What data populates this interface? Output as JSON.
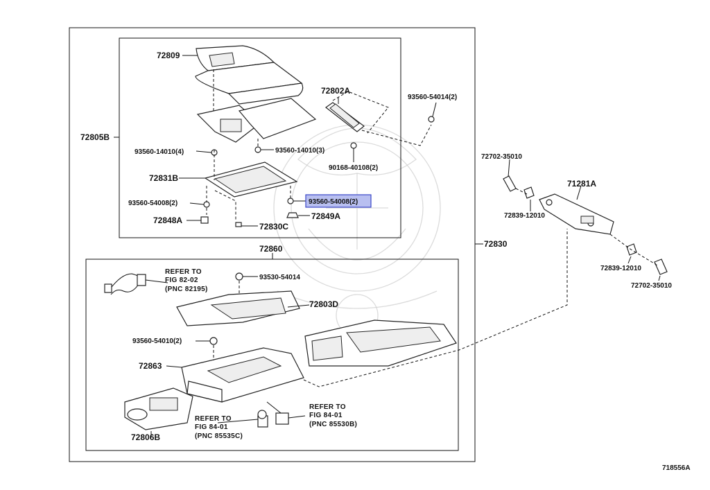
{
  "labels": {
    "l72809": "72809",
    "l72802A": "72802A",
    "l93560_54014_2": "93560-54014(2)",
    "l72805B": "72805B",
    "l93560_14010_4": "93560-14010(4)",
    "l93560_14010_3": "93560-14010(3)",
    "l90168_40108_2": "90168-40108(2)",
    "l72831B": "72831B",
    "l93560_54008_2_left": "93560-54008(2)",
    "l93560_54008_2_hl": "93560-54008(2)",
    "l72849A": "72849A",
    "l72848A": "72848A",
    "l72830C": "72830C",
    "l72860": "72860",
    "l72830": "72830",
    "l72702_35010_top": "72702-35010",
    "l71281A": "71281A",
    "l72839_12010_top": "72839-12010",
    "l72839_12010_bot": "72839-12010",
    "l72702_35010_bot": "72702-35010",
    "l93530_54014": "93530-54014",
    "l72803D": "72803D",
    "l93560_54010_2": "93560-54010(2)",
    "l72863": "72863",
    "l72806B": "72806B",
    "ref1_a": "REFER TO",
    "ref1_b": "FIG 82-02",
    "ref1_c": "(PNC 82195)",
    "ref2_a": "REFER TO",
    "ref2_b": "FIG 84-01",
    "ref2_c": "(PNC 85535C)",
    "ref3_a": "REFER TO",
    "ref3_b": "FIG 84-01",
    "ref3_c": "(PNC 85530B)",
    "diagram_id": "718556A"
  },
  "highlight_color": "#b8bff0"
}
